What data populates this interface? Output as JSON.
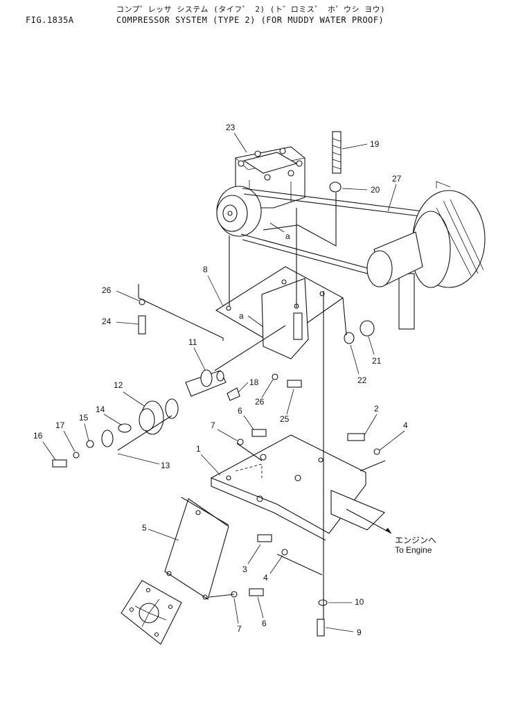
{
  "header": {
    "fig_id": "FIG.1835A",
    "title_jp": "コンプ゜レッサ システム (タイフ゜ 2) (ト゜ロミス゜ ホ゜ウシ ヨウ)",
    "title_en": "COMPRESSOR SYSTEM (TYPE 2) (FOR MUDDY WATER PROOF)"
  },
  "callouts": {
    "c1": "1",
    "c2": "2",
    "c3": "3",
    "c4a": "4",
    "c4b": "4",
    "c5": "5",
    "c6a": "6",
    "c6b": "6",
    "c7a": "7",
    "c7b": "7",
    "c8": "8",
    "c9": "9",
    "c10": "10",
    "c11": "11",
    "c12": "12",
    "c13": "13",
    "c14": "14",
    "c15": "15",
    "c16": "16",
    "c17": "17",
    "c18": "18",
    "c19": "19",
    "c20": "20",
    "c21": "21",
    "c22": "22",
    "c23": "23",
    "c24": "24",
    "c25": "25",
    "c26a": "26",
    "c26b": "26",
    "c27": "27"
  },
  "markers": {
    "a1": "a",
    "a2": "a"
  },
  "engine_label": {
    "jp": "エンジンへ",
    "en": "To Engine"
  }
}
